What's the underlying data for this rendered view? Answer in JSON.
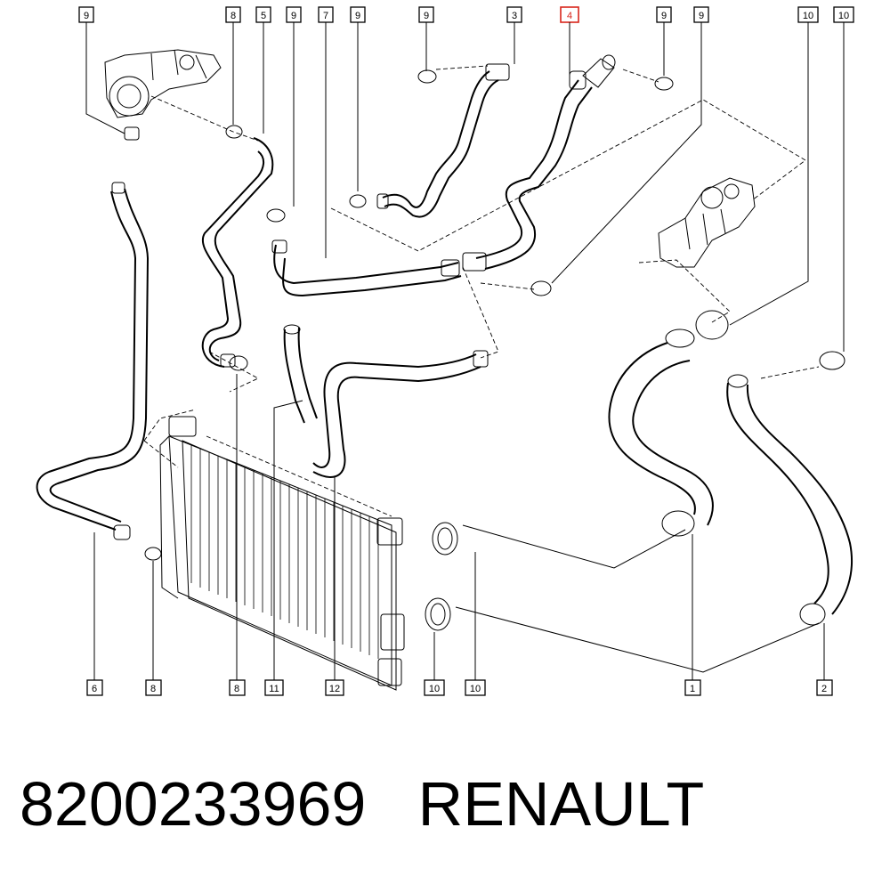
{
  "diagram": {
    "callouts_top": [
      "9",
      "8",
      "5",
      "9",
      "7",
      "9",
      "9",
      "3",
      "4",
      "9",
      "9",
      "10",
      "10"
    ],
    "callouts_bottom": [
      "6",
      "8",
      "8",
      "11",
      "12",
      "10",
      "10",
      "1",
      "2"
    ],
    "highlighted": "4",
    "highlight_color": "#d9261c"
  },
  "caption": {
    "part_number": "8200233969",
    "brand": "RENAULT"
  }
}
